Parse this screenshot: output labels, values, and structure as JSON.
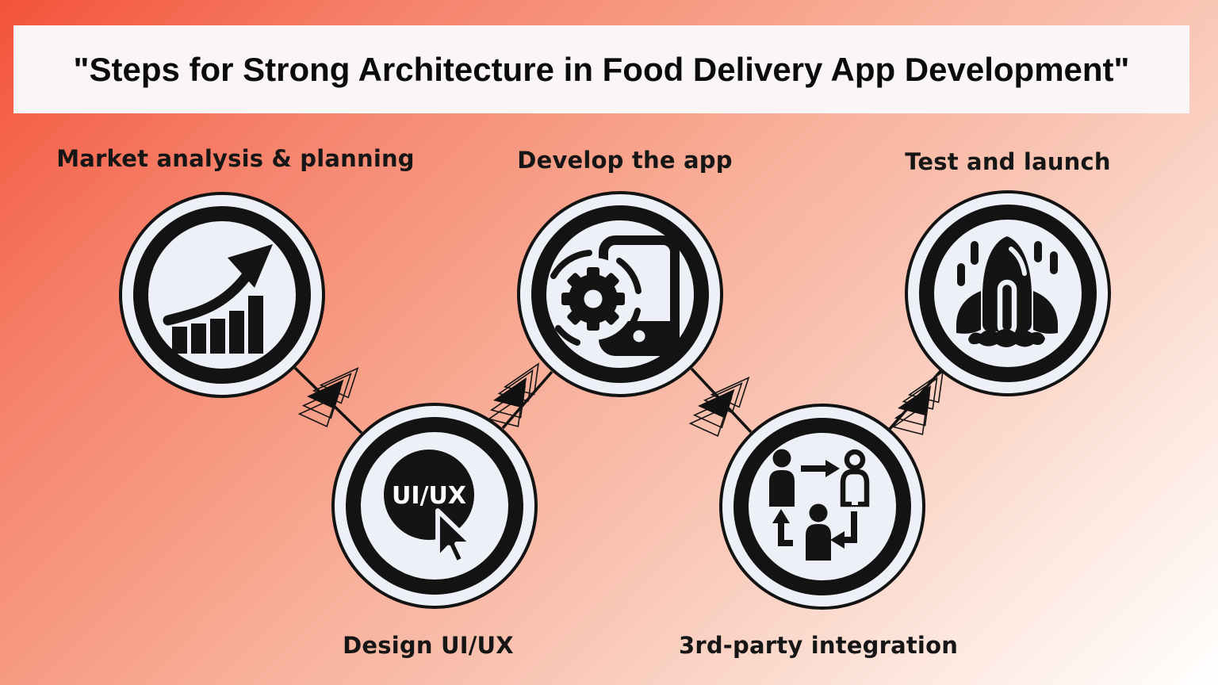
{
  "title": "\"Steps for Strong Architecture in Food Delivery App Development\"",
  "steps": [
    {
      "label": "Market analysis & planning",
      "icon": "growth-chart-icon",
      "label_position": "above"
    },
    {
      "label": "Design UI/UX",
      "icon": "uiux-cursor-icon",
      "icon_text": "UI/UX",
      "label_position": "below"
    },
    {
      "label": "Develop the app",
      "icon": "gear-phone-icon",
      "label_position": "above"
    },
    {
      "label": "3rd-party integration",
      "icon": "people-exchange-icon",
      "label_position": "below"
    },
    {
      "label": "Test and launch",
      "icon": "rocket-launch-icon",
      "label_position": "above"
    }
  ],
  "colors": {
    "background_start": "#f3533a",
    "background_mid": "#f79a82",
    "background_end": "#ffffff",
    "banner_bg": "#faf6f5",
    "circle_fill": "#edf1f7",
    "ink": "#131313"
  }
}
